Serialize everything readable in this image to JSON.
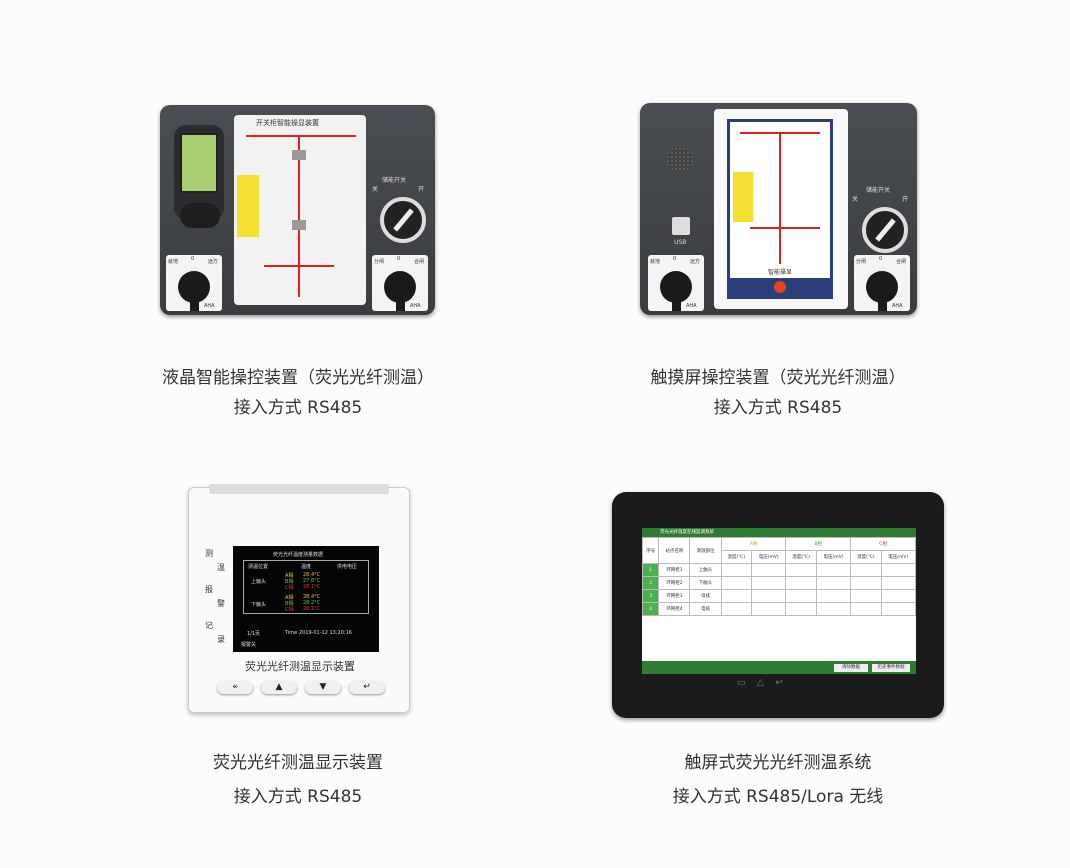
{
  "products": [
    {
      "name": "液晶智能操控装置（荧光光纤测温）",
      "access": "接入方式 RS485",
      "device": {
        "title": "开关柜智能操显装置",
        "knob_label": "储能开关",
        "knob_off": "关",
        "knob_on": "开",
        "left_selector": [
          "就地",
          "0",
          "远方"
        ],
        "right_selector": [
          "分闸",
          "0",
          "合闸"
        ],
        "brand": "AHA"
      }
    },
    {
      "name": "触摸屏操控装置（荧光光纤测温）",
      "access": "接入方式 RS485",
      "device": {
        "screen_caption": "智能操显",
        "usb": "USB",
        "knob_label": "储能开关",
        "knob_off": "关",
        "knob_on": "开",
        "left_selector": [
          "就地",
          "0",
          "远方"
        ],
        "right_selector": [
          "分闸",
          "0",
          "合闸"
        ],
        "brand": "AHA"
      }
    },
    {
      "name": "荧光光纤测温显示装置",
      "access": "接入方式 RS485",
      "device": {
        "screen_title": "荧光光纤温度测量数据",
        "headers": [
          "测温位置",
          "温度",
          "供电电压"
        ],
        "groups": [
          {
            "pos": "上触头",
            "phases": [
              "A相",
              "B相",
              "C相"
            ],
            "temps": [
              "28.4°C",
              "27.6°C",
              "28.1°C"
            ]
          },
          {
            "pos": "下触头",
            "phases": [
              "A相",
              "B相",
              "C相"
            ],
            "temps": [
              "28.4°C",
              "28.2°C",
              "28.1°C"
            ]
          }
        ],
        "page": "1/1页",
        "time": "Time 2019-01-12 13:20:16",
        "alarm": "报警关",
        "panel_label": "荧光光纤测温显示装置",
        "side_labels": [
          "测",
          "温",
          "报",
          "警",
          "记",
          "录"
        ],
        "buttons": [
          "«",
          "▲",
          "▼",
          "↵"
        ]
      }
    },
    {
      "name": "触屏式荧光光纤测温系统",
      "access": "接入方式 RS485/Lora 无线",
      "device": {
        "app_title": "荧光光纤温度在线监测系统",
        "headers": [
          "序号",
          "站点名称",
          "测温部位"
        ],
        "phases": [
          "A相",
          "B相",
          "C相"
        ],
        "sub_headers": [
          "温度(℃)",
          "电压(mV)"
        ],
        "rows": [
          {
            "no": "1",
            "site": "环网柜1",
            "part": "上触头"
          },
          {
            "no": "2",
            "site": "环网柜2",
            "part": "下触头"
          },
          {
            "no": "3",
            "site": "环网柜3",
            "part": "母排"
          },
          {
            "no": "4",
            "site": "环网柜4",
            "part": "电缆"
          }
        ],
        "buttons": [
          "清除数据",
          "历史事件数据"
        ]
      }
    }
  ]
}
